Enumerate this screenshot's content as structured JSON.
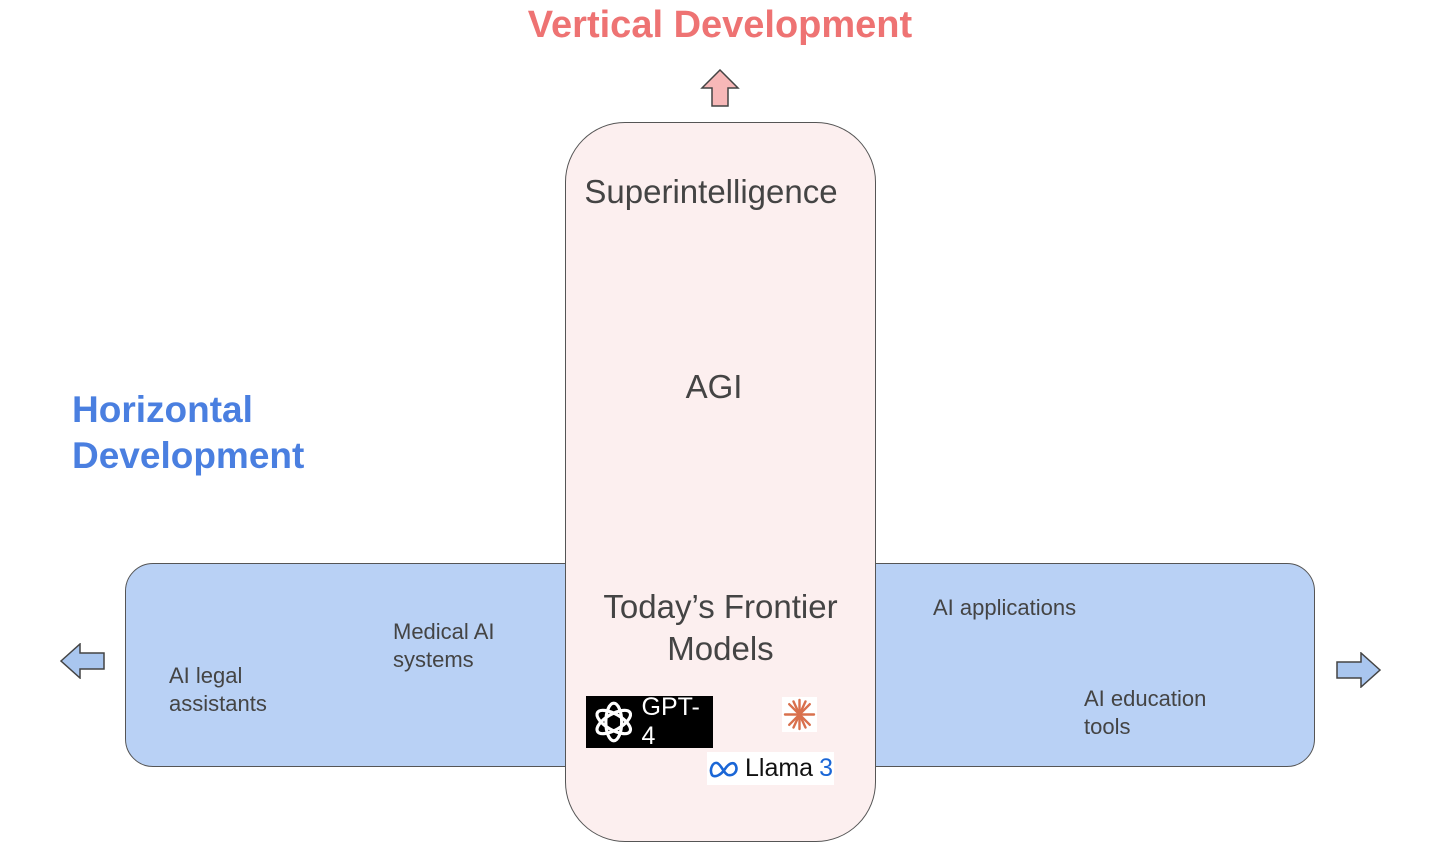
{
  "titles": {
    "vertical": "Vertical Development",
    "horizontal_line1": "Horizontal",
    "horizontal_line2": "Development"
  },
  "vertical_levels": {
    "top": "Superintelligence",
    "middle": "AGI",
    "bottom_line1": "Today’s Frontier",
    "bottom_line2": "Models"
  },
  "applications": {
    "legal_line1": "AI legal",
    "legal_line2": "assistants",
    "medical_line1": "Medical AI",
    "medical_line2": "systems",
    "apps": "AI applications",
    "education_line1": "AI education",
    "education_line2": "tools"
  },
  "model_logos": {
    "gpt": "GPT-4",
    "llama_name": "Llama",
    "llama_version": "3"
  },
  "colors": {
    "vertical_title": "#ee7373",
    "horizontal_title": "#4a7fe0",
    "band_fill": "#b9d1f5",
    "pill_fill": "#fcefef",
    "up_arrow_fill": "#f7b8b8",
    "side_arrow_fill": "#a9c6ef"
  },
  "icons": {
    "up": "arrow-up-icon",
    "left": "arrow-left-icon",
    "right": "arrow-right-icon",
    "openai": "openai-logo-icon",
    "meta": "meta-logo-icon",
    "anthropic": "anthropic-logo-icon"
  }
}
